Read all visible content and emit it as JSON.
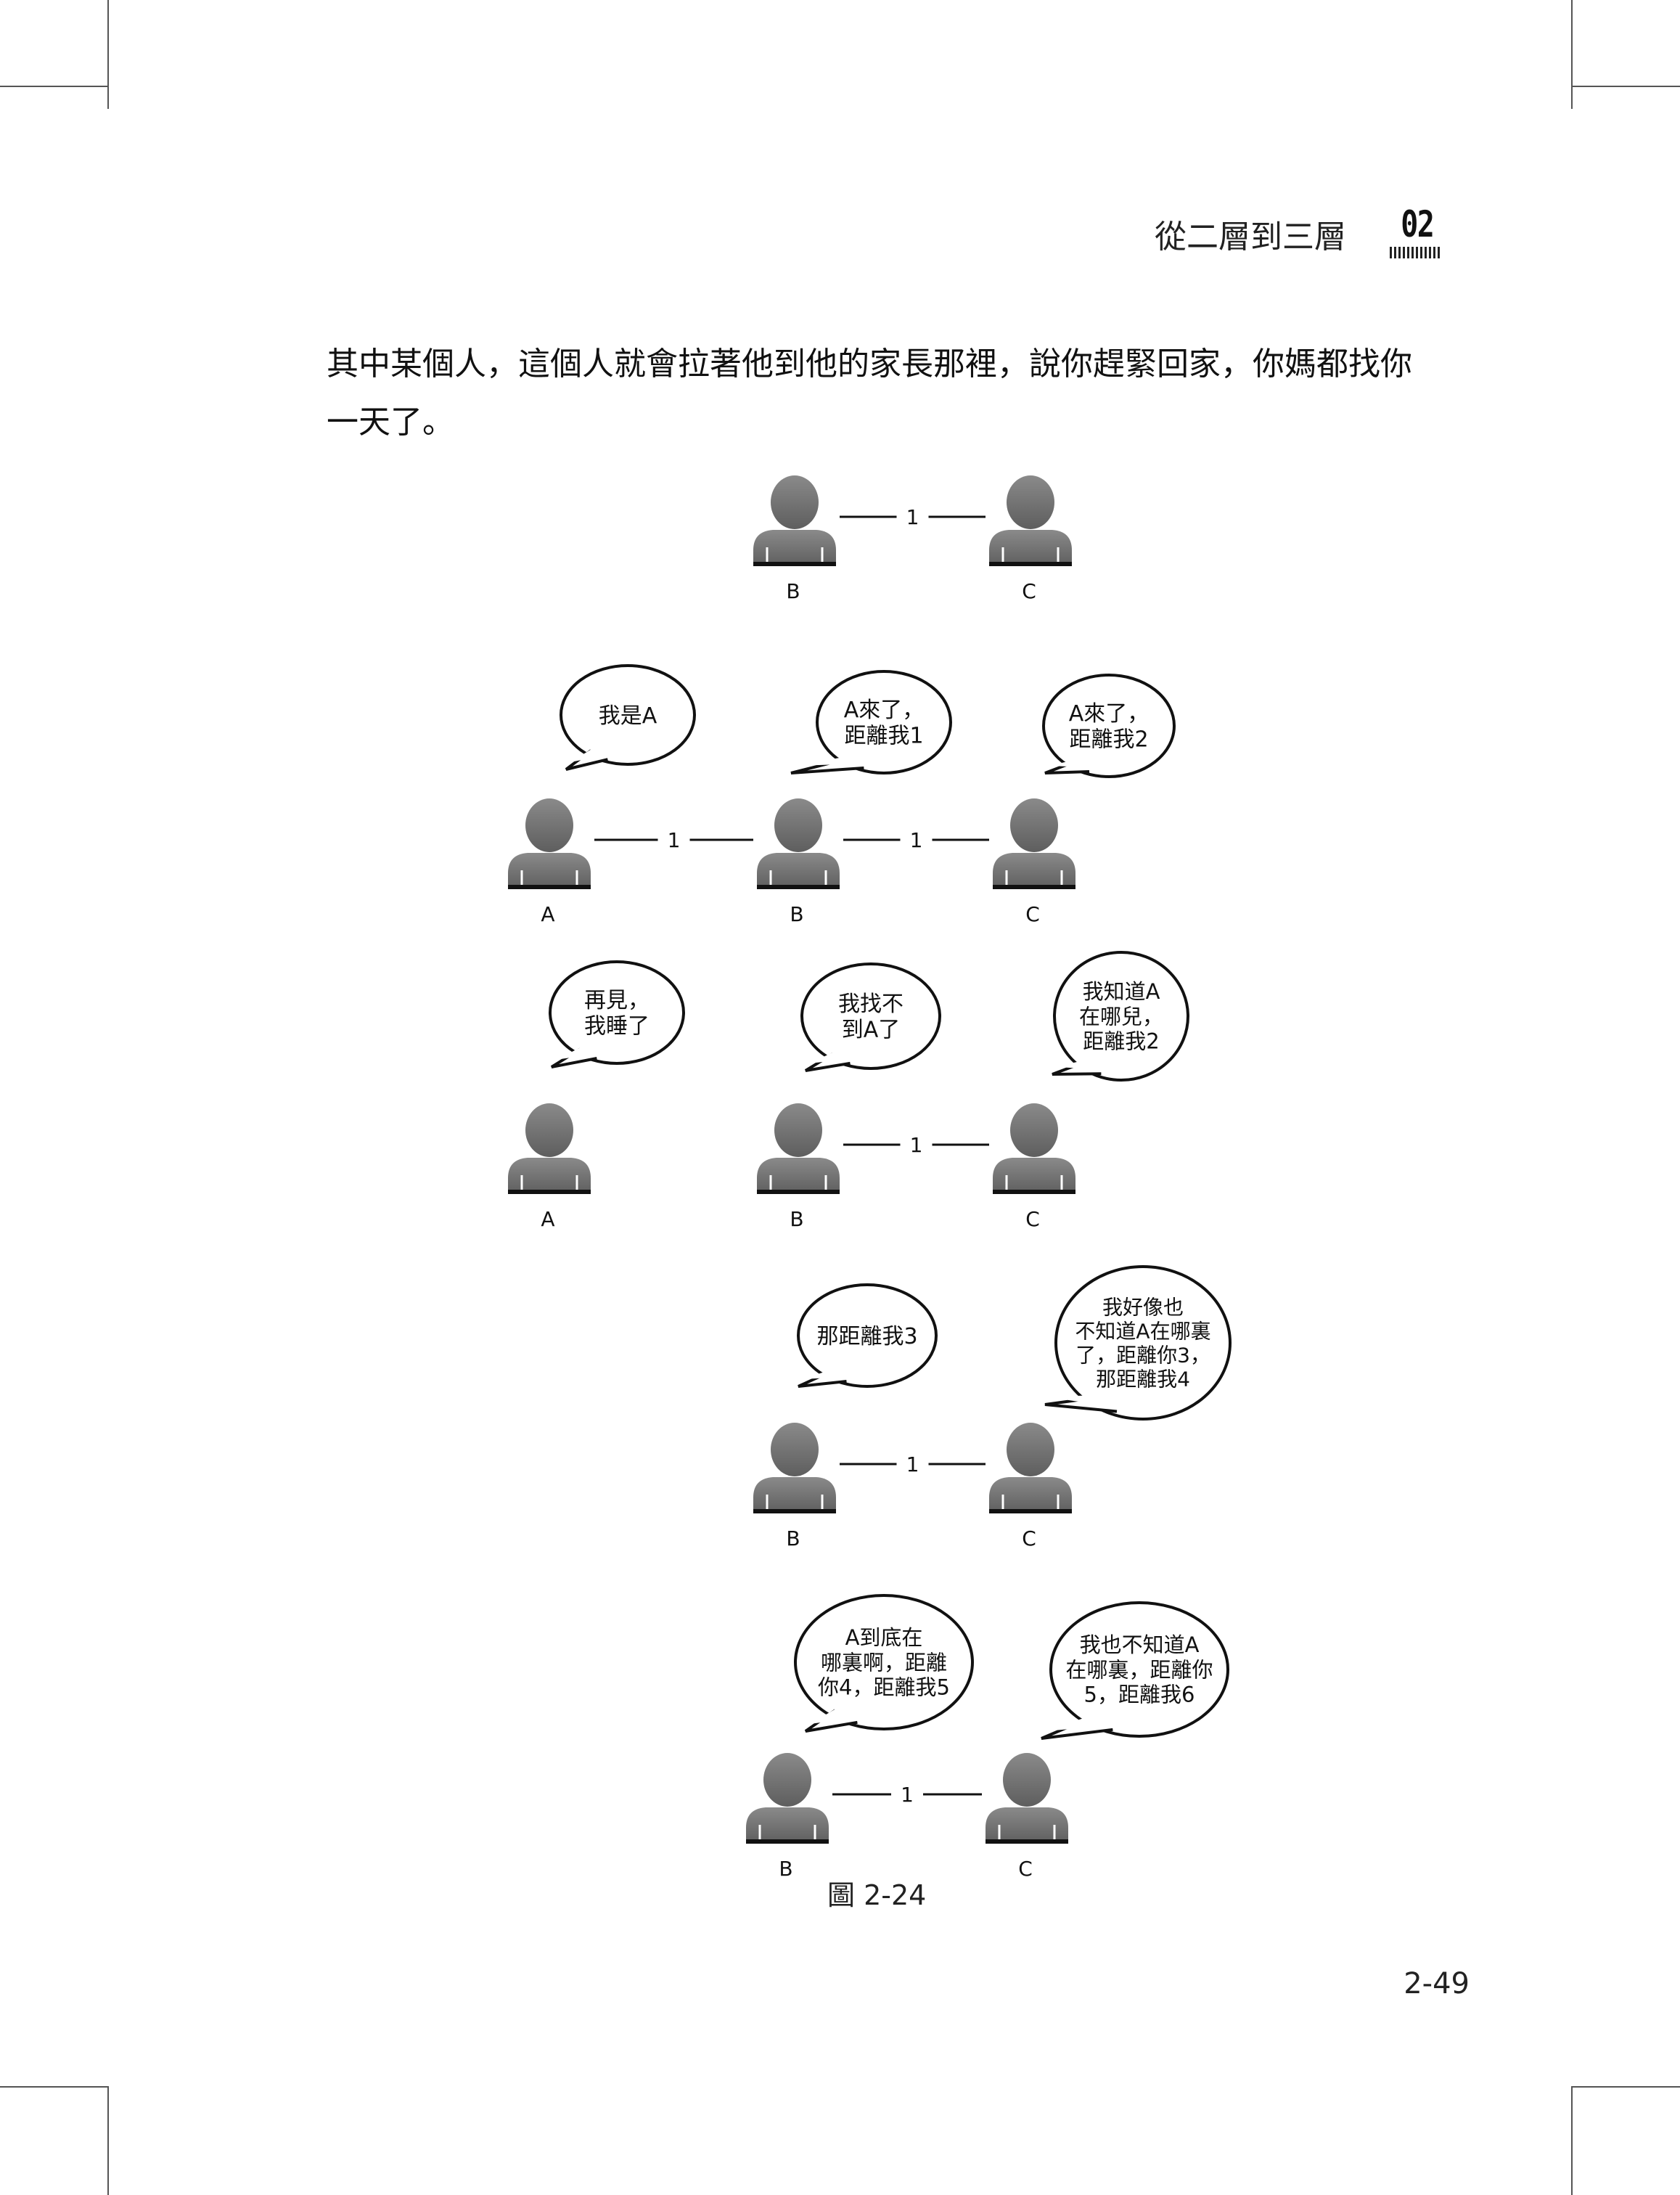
{
  "header": {
    "title": "從二層到三層",
    "chapter": "02"
  },
  "body": {
    "paragraph": "其中某個人，這個人就會拉著他到他的家長那裡，說你趕緊回家，你媽都找你一天了。"
  },
  "figure": {
    "caption": "圖 2-24",
    "edge_label": "1",
    "rows": [
      {
        "people": [
          "B",
          "C"
        ],
        "bubbles": []
      },
      {
        "people": [
          "A",
          "B",
          "C"
        ],
        "bubbles": [
          {
            "lines": [
              "我是A"
            ]
          },
          {
            "lines": [
              "A來了，",
              "距離我1"
            ]
          },
          {
            "lines": [
              "A來了，",
              "距離我2"
            ]
          }
        ]
      },
      {
        "people": [
          "A",
          "B",
          "C"
        ],
        "bubbles": [
          {
            "lines": [
              "再見，",
              "我睡了"
            ]
          },
          {
            "lines": [
              "我找不",
              "到A了"
            ]
          },
          {
            "lines": [
              "我知道A",
              "在哪兒，",
              "距離我2"
            ]
          }
        ]
      },
      {
        "people": [
          "B",
          "C"
        ],
        "bubbles": [
          {
            "lines": [
              "那距離我3"
            ]
          },
          {
            "lines": [
              "我好像也",
              "不知道A在哪裏",
              "了，距離你3，",
              "那距離我4"
            ]
          }
        ]
      },
      {
        "people": [
          "B",
          "C"
        ],
        "bubbles": [
          {
            "lines": [
              "A到底在",
              "哪裏啊，距離",
              "你4，距離我5"
            ]
          },
          {
            "lines": [
              "我也不知道A",
              "在哪裏，距離你",
              "5，距離我6"
            ]
          }
        ]
      }
    ]
  },
  "page_number": "2-49"
}
